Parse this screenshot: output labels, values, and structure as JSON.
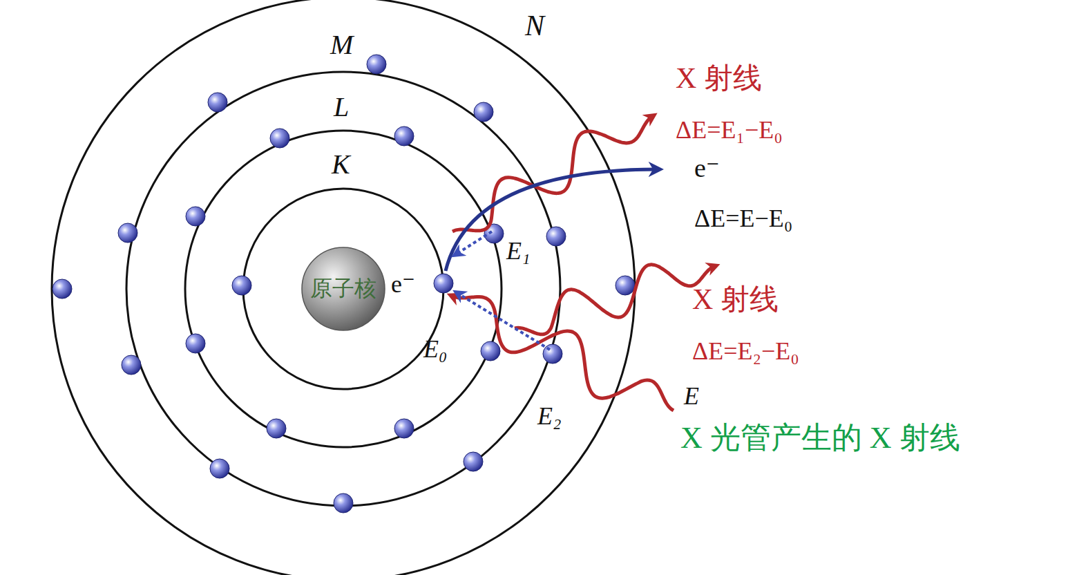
{
  "diagram": {
    "nodes": [
      {
        "text": [
          "原子核"
        ]
      }
    ],
    "labels": [
      "N",
      "M",
      "L",
      "K",
      "X 射线",
      "ΔE=E₁−E₀",
      "e⁻",
      "ΔE=E−E₀",
      "E₁",
      "e⁻",
      "X 射线",
      "ΔE=E₂−E₀",
      "E₀",
      "E",
      "E₂",
      "X 光管产生的 X 射线"
    ]
  }
}
